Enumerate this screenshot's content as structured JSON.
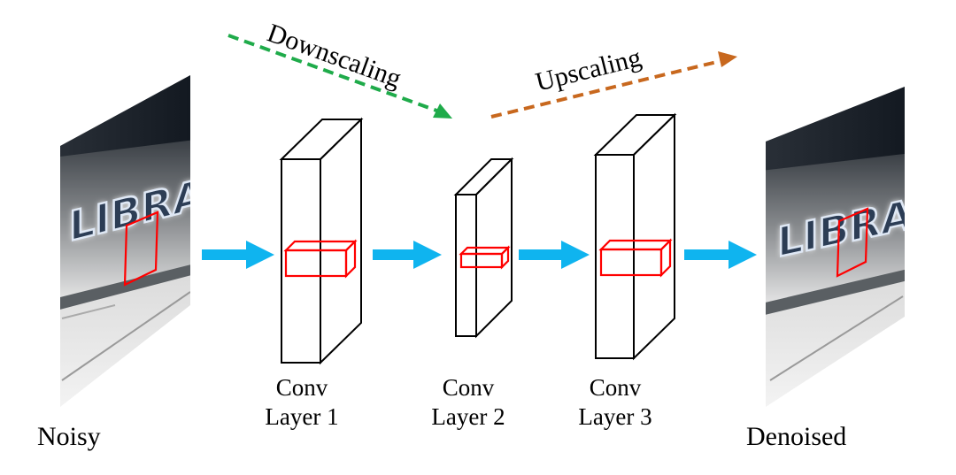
{
  "labels": {
    "input": "Noisy",
    "output": "Denoised",
    "downscaling": "Downscaling",
    "upscaling": "Upscaling"
  },
  "layers": [
    {
      "line1": "Conv",
      "line2": "Layer 1"
    },
    {
      "line1": "Conv",
      "line2": "Layer 2"
    },
    {
      "line1": "Conv",
      "line2": "Layer 3"
    }
  ],
  "image_text": "LIBRAR",
  "colors": {
    "flow_arrow": "#0fb4ef",
    "downscaling_arrow": "#1fab4a",
    "upscaling_arrow": "#c8681e",
    "receptive_field": "#ff0000",
    "box_stroke": "#000000"
  }
}
